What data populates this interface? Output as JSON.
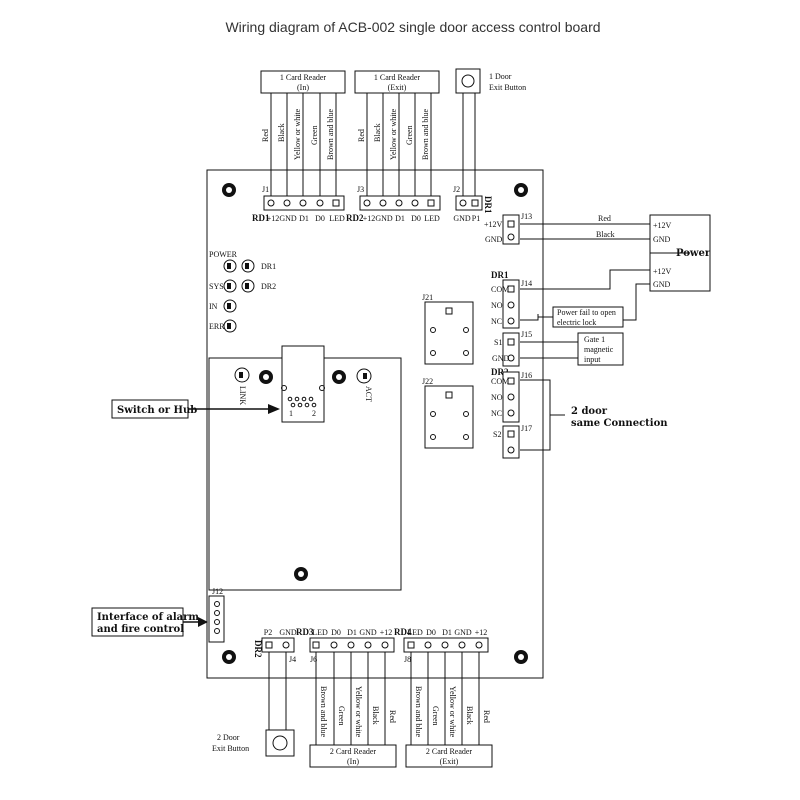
{
  "title": "Wiring diagram of ACB-002 single door access control board",
  "reader1": {
    "line1": "1 Card Reader",
    "line2": "(In)"
  },
  "reader1exit": {
    "line1": "1 Card Reader",
    "line2": "(Exit)"
  },
  "exit1": {
    "line1": "1 Door",
    "line2": "Exit Button"
  },
  "exit2": {
    "line1": "2 Door",
    "line2": "Exit Button"
  },
  "reader2": {
    "line1": "2 Card Reader",
    "line2": "(In)"
  },
  "reader2exit": {
    "line1": "2 Card Reader",
    "line2": "(Exit)"
  },
  "wires_top": [
    "Red",
    "Black",
    "Yellow or white",
    "Green",
    "Brown and blue"
  ],
  "wires_bottom": [
    "Brown and blue",
    "Green",
    "Yellow or white",
    "Black",
    "Red"
  ],
  "conn": {
    "j1": "J1",
    "j3": "J3",
    "j2": "J2",
    "j4": "J4",
    "j6": "J6",
    "j8": "J8",
    "j12": "J12",
    "j13": "J13",
    "j14": "J14",
    "j15": "J15",
    "j16": "J16",
    "j17": "J17",
    "rd1": "RD1",
    "rd2": "RD2",
    "rd3": "RD3",
    "rd4": "RD4",
    "dr1": "DR1",
    "dr2": "DR2",
    "j21": "J21",
    "j22": "J22"
  },
  "pins": {
    "rd1": [
      "+12",
      "GND",
      "D1",
      "D0",
      "LED"
    ],
    "rd2": [
      "+12",
      "GND",
      "D1",
      "D0",
      "LED"
    ],
    "rd3": [
      "LED",
      "D0",
      "D1",
      "GND",
      "+12"
    ],
    "rd4": [
      "LED",
      "D0",
      "D1",
      "GND",
      "+12"
    ],
    "j2": [
      "GND",
      "P1"
    ],
    "j4": [
      "P2",
      "GND"
    ],
    "j13": [
      "+12V",
      "GND"
    ],
    "relay1": [
      "COM",
      "NO",
      "NC"
    ],
    "s1": [
      "S1",
      "GND"
    ],
    "relay2": [
      "COM",
      "NO",
      "NC"
    ],
    "s2": [
      "S2"
    ]
  },
  "power": {
    "label": "Power",
    "p12v": "+12V",
    "gnd": "GND",
    "red": "Red",
    "black": "Black"
  },
  "notes": {
    "powerfail1": "Power fail to open",
    "powerfail2": "electric lock",
    "gate1_1": "Gate 1",
    "gate1_2": "magnetic",
    "gate1_3": "input",
    "door2_1": "2 door",
    "door2_2": "same Connection",
    "switch": "Switch or Hub",
    "alarm1": "Interface of alarm",
    "alarm2": "and fire control"
  },
  "leds": {
    "power": "POWER",
    "sys": "SYS",
    "in": "IN",
    "err": "ERR",
    "dr1": "DR1",
    "dr2": "DR2",
    "link": "LINK",
    "act": "ACT"
  },
  "rj45_pins": {
    "p1": "1",
    "p2": "2"
  }
}
